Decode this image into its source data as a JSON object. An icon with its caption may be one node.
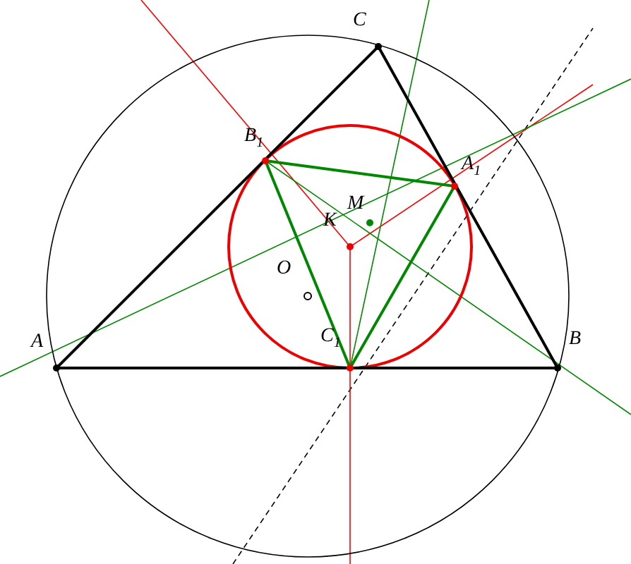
{
  "diagram": {
    "labels": [
      "C",
      "B$_{1}$",
      "A$_{1}$",
      "M",
      "K",
      "O",
      "A",
      "C$_{1}$",
      "B"
    ]
  }
}
